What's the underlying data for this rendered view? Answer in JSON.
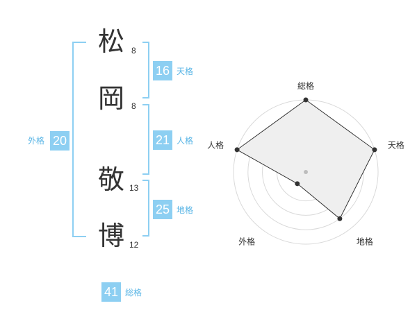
{
  "name": {
    "chars": [
      {
        "char": "松",
        "strokes": "8"
      },
      {
        "char": "岡",
        "strokes": "8"
      },
      {
        "char": "敬",
        "strokes": "13"
      },
      {
        "char": "博",
        "strokes": "12"
      }
    ]
  },
  "fortunes": {
    "tenkaku": {
      "value": "16",
      "label": "天格"
    },
    "jinkaku": {
      "value": "21",
      "label": "人格"
    },
    "chikaku": {
      "value": "25",
      "label": "地格"
    },
    "gaikaku": {
      "value": "20",
      "label": "外格"
    },
    "soukaku": {
      "value": "41",
      "label": "総格"
    }
  },
  "colors": {
    "accent": "#8dcff2",
    "label_text": "#5bb6e6",
    "text": "#333333",
    "radar_fill": "#efefef",
    "ring": "#d9d9d9"
  },
  "chart_data": {
    "type": "radar",
    "axes": [
      "総格",
      "天格",
      "地格",
      "外格",
      "人格"
    ],
    "values": [
      5,
      5,
      4,
      1,
      5
    ],
    "rmax": 5,
    "rings": 5
  }
}
